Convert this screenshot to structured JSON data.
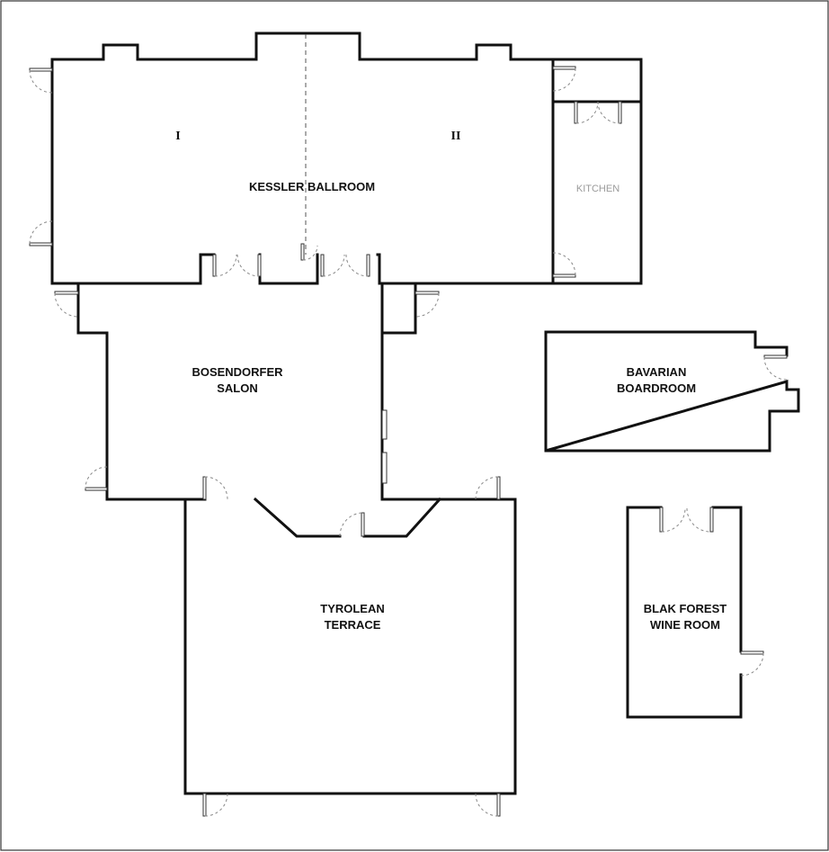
{
  "floorplan": {
    "rooms": {
      "kessler": {
        "name": "KESSLER BALLROOM",
        "section_1": "I",
        "section_2": "II",
        "kitchen": "KITCHEN"
      },
      "bosendorfer": {
        "line1": "BOSENDORFER",
        "line2": "SALON"
      },
      "bavarian": {
        "line1": "BAVARIAN",
        "line2": "BOARDROOM"
      },
      "tyrolean": {
        "line1": "TYROLEAN",
        "line2": "TERRACE"
      },
      "blak_forest": {
        "line1": "BLAK FOREST",
        "line2": "WINE ROOM"
      }
    },
    "colors": {
      "walls": "#111111",
      "doors": "#888888",
      "kitchen_label": "#9a9a9a"
    }
  }
}
